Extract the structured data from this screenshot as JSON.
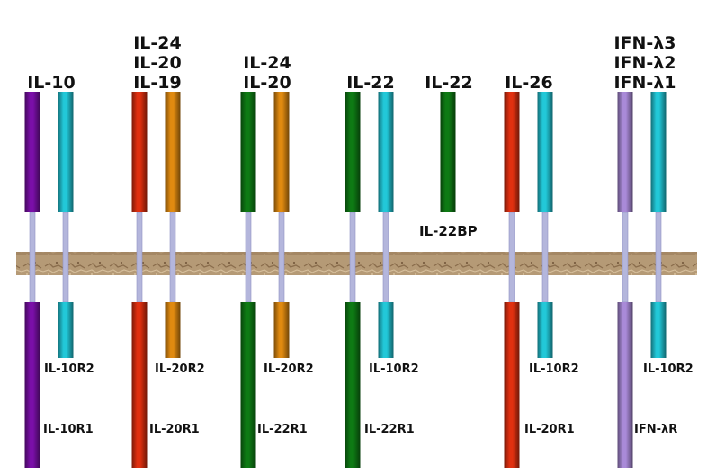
{
  "columns": [
    {
      "ligands": [
        "IL-10"
      ],
      "r1": {
        "label": "IL-10R1",
        "color": "#7a0fa8"
      },
      "r2": {
        "label": "IL-10R2",
        "color": "#22c8d8"
      }
    },
    {
      "ligands": [
        "IL-24",
        "IL-20",
        "IL-19"
      ],
      "r1": {
        "label": "IL-20R1",
        "color": "#e03010"
      },
      "r2": {
        "label": "IL-20R2",
        "color": "#e08a10"
      }
    },
    {
      "ligands": [
        "IL-24",
        "IL-20"
      ],
      "r1": {
        "label": "IL-22R1",
        "color": "#0e7a14"
      },
      "r2": {
        "label": "IL-20R2",
        "color": "#e08a10"
      }
    },
    {
      "ligands": [
        "IL-22"
      ],
      "r1": {
        "label": "IL-22R1",
        "color": "#0e7a14"
      },
      "r2": {
        "label": "IL-10R2",
        "color": "#22c8d8"
      }
    },
    {
      "ligands": [
        "IL-26"
      ],
      "r1": {
        "label": "IL-20R1",
        "color": "#e03010"
      },
      "r2": {
        "label": "IL-10R2",
        "color": "#22c8d8"
      }
    },
    {
      "ligands": [
        "IFN-λ3",
        "IFN-λ2",
        "IFN-λ1"
      ],
      "r1": {
        "label": "IFN-λR",
        "color": "#a98ad8"
      },
      "r2": {
        "label": "IL-10R2",
        "color": "#22c8d8"
      }
    }
  ],
  "soluble": {
    "ligand": "IL-22",
    "label": "IL-22BP",
    "color": "#0e7a14"
  },
  "colors": {
    "membrane": "#b89a74",
    "linker": "#b4b6dc"
  }
}
